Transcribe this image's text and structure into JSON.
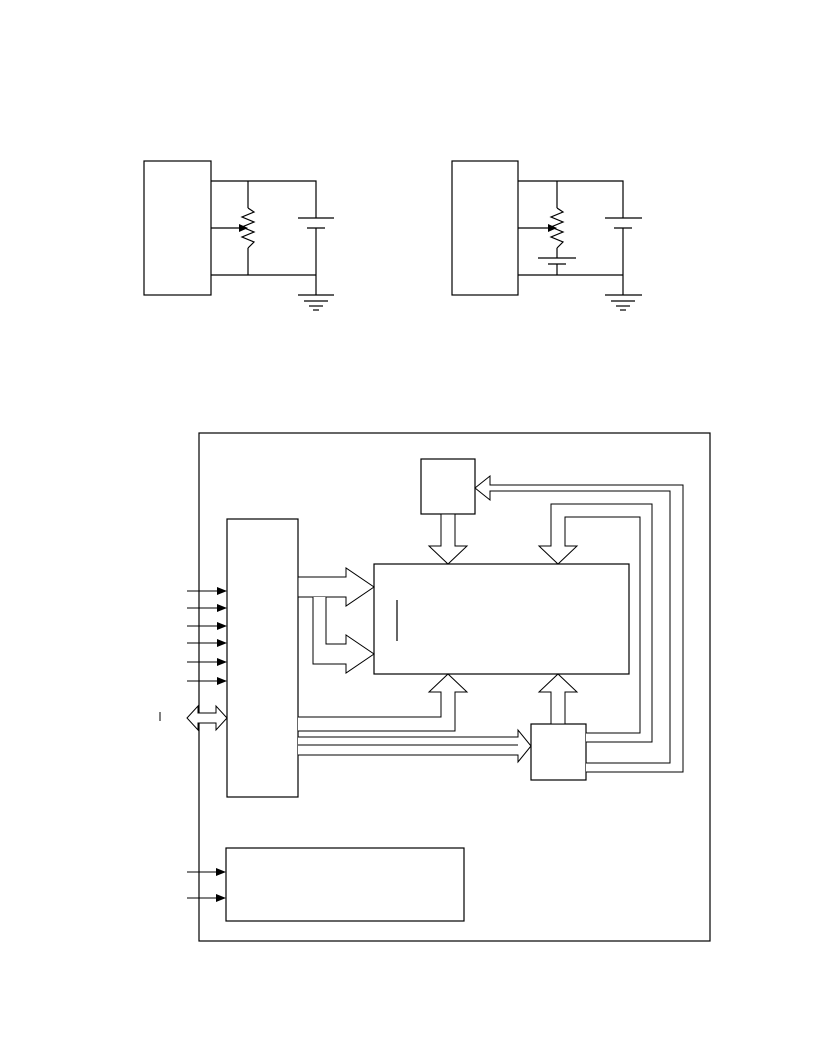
{
  "colors": {
    "stroke": "#000000",
    "background": "#ffffff"
  },
  "schematics": [
    {
      "id": "left-schematic",
      "components": [
        "chip-box",
        "potentiometer-icon",
        "battery-icon",
        "ground-icon"
      ]
    },
    {
      "id": "right-schematic",
      "components": [
        "chip-box",
        "potentiometer-icon",
        "extra-battery-icon",
        "battery-icon",
        "ground-icon"
      ]
    }
  ],
  "block_diagram": {
    "input_pin_count": 6,
    "bidirectional_ports": 1,
    "lower_block_input_count": 2,
    "blocks": [
      "io-interface-block",
      "top-small-block",
      "main-array-block",
      "control-block",
      "lower-wide-block"
    ]
  }
}
